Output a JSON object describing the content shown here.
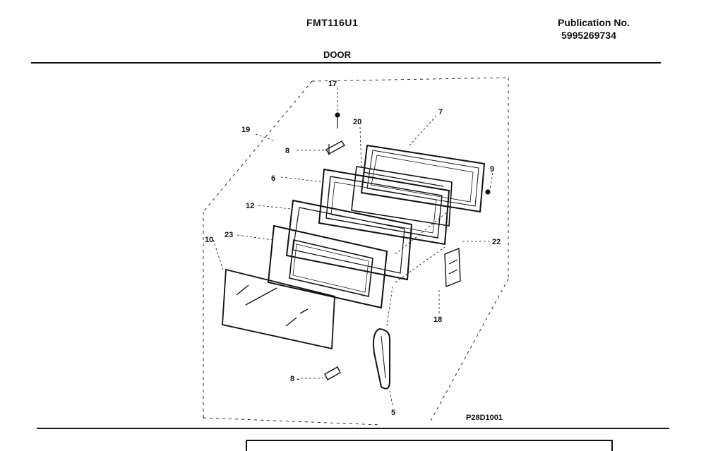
{
  "header": {
    "model": "FMT116U1",
    "publication_label": "Publication No.",
    "publication_number": "5995269734",
    "section": "DOOR"
  },
  "drawing_id": "P28D1001",
  "callouts": [
    "17",
    "19",
    "8",
    "20",
    "7",
    "9",
    "6",
    "12",
    "22",
    "23",
    "10",
    "18",
    "8 -",
    "5"
  ]
}
